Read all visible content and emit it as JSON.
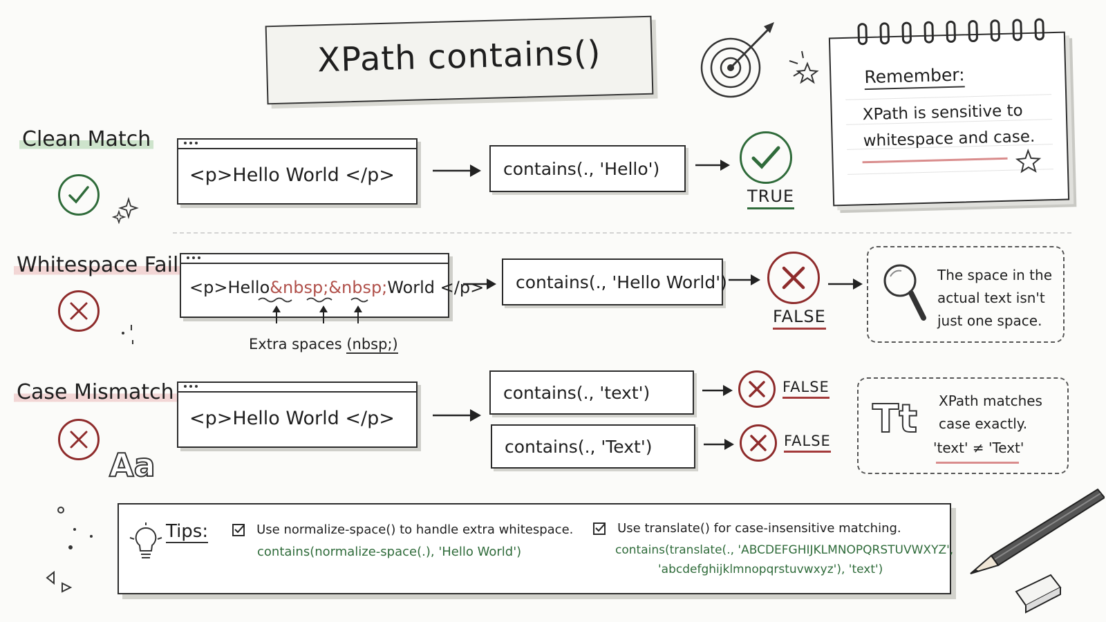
{
  "title": "XPath contains()",
  "colors": {
    "match": "#2f6b3a",
    "mismatch": "#8e2b2b",
    "nbsp": "#b0504a",
    "ink": "#1e1e1e"
  },
  "rows": [
    {
      "label": "Clean Match",
      "status_icon": "check-circle-icon",
      "html": "<p>Hello World </p>",
      "expressions": [
        "contains(., 'Hello')"
      ],
      "results": [
        "TRUE"
      ]
    },
    {
      "label": "Whitespace Fails",
      "status_icon": "x-circle-icon",
      "html_parts": [
        "<p>Hello",
        "&nbsp;&nbsp;",
        "World </p>"
      ],
      "annotation": "Extra spaces",
      "annotation_term": "(nbsp;)",
      "expressions": [
        "contains(., 'Hello World')"
      ],
      "results": [
        "FALSE"
      ],
      "note": [
        "The space in the",
        "actual text isn't",
        "just one space."
      ]
    },
    {
      "label": "Case Mismatch",
      "status_icon": "x-circle-icon",
      "decor_glyph": "Aa",
      "html": "<p>Hello World </p>",
      "expressions": [
        "contains(., 'text')",
        "contains(., 'Text')"
      ],
      "results": [
        "FALSE",
        "FALSE"
      ],
      "note_glyph": "Tt",
      "note": [
        "XPath matches",
        "case exactly.",
        "'text' ≠ 'Text'"
      ]
    }
  ],
  "notepad": {
    "heading": "Remember:",
    "lines": [
      "XPath is sensitive to",
      "whitespace and case."
    ]
  },
  "tips": {
    "label": "Tips:",
    "items": [
      {
        "text": "Use normalize-space() to handle extra whitespace.",
        "code": [
          "contains(normalize-space(.), 'Hello World')"
        ]
      },
      {
        "text": "Use translate() for case-insensitive matching.",
        "code": [
          "contains(translate(., 'ABCDEFGHIJKLMNOPQRSTUVWXYZ',",
          "'abcdefghijklmnopqrstuvwxyz'), 'text')"
        ]
      }
    ]
  }
}
